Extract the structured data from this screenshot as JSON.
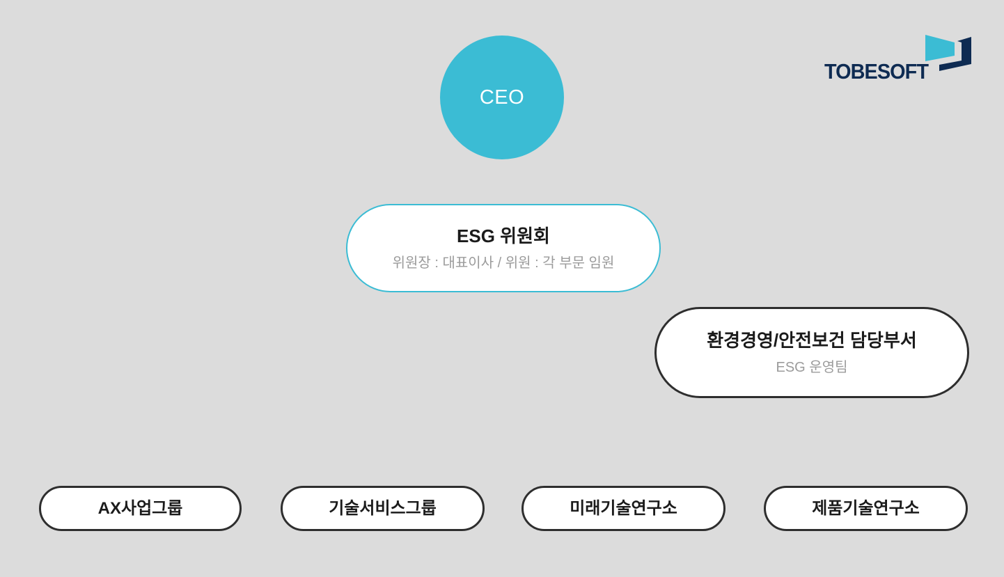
{
  "brand": {
    "name": "TOBESOFT"
  },
  "colors": {
    "background": "#dcdcdc",
    "accent_teal": "#3bbcd4",
    "brand_navy": "#0e2b52",
    "node_border_dark": "#2e2e2e",
    "node_fill": "#ffffff",
    "title_text": "#1b1b1b",
    "subtitle_text": "#9b9b9b",
    "ceo_text": "#ffffff"
  },
  "org_chart": {
    "root": {
      "label": "CEO"
    },
    "committee": {
      "title": "ESG 위원회",
      "subtitle": "위원장 : 대표이사 / 위원 : 각 부문 임원"
    },
    "department": {
      "title": "환경경영/안전보건 담당부서",
      "subtitle": "ESG 운영팀"
    },
    "groups": [
      {
        "label": "AX사업그룹"
      },
      {
        "label": "기술서비스그룹"
      },
      {
        "label": "미래기술연구소"
      },
      {
        "label": "제품기술연구소"
      }
    ]
  }
}
